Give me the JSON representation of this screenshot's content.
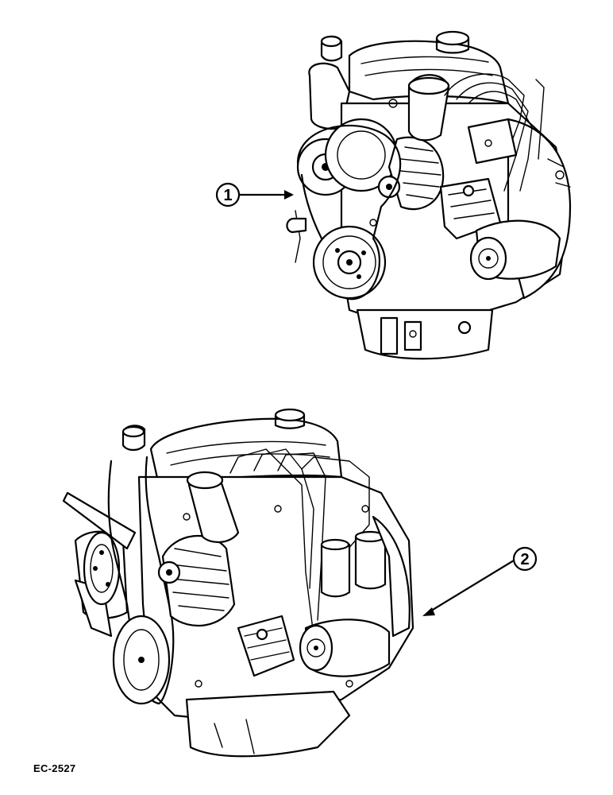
{
  "figure": {
    "code": "EC-2527"
  },
  "callouts": [
    {
      "label": "1",
      "target": "engine-assembly-1"
    },
    {
      "label": "2",
      "target": "engine-assembly-2"
    }
  ],
  "colors": {
    "ink": "#000000",
    "paper": "#ffffff"
  }
}
